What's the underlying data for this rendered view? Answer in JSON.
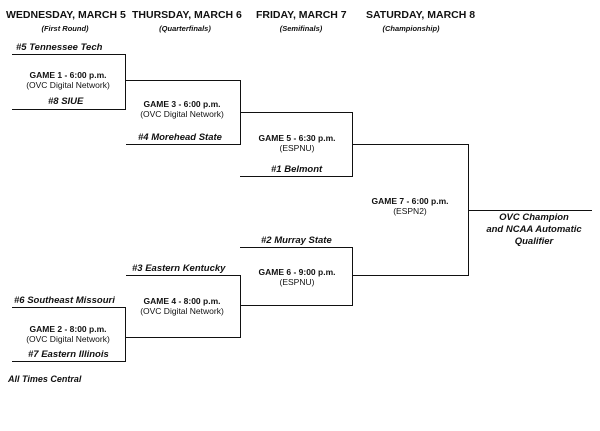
{
  "days": [
    {
      "day": "WEDNESDAY, MARCH 5",
      "round": "(First Round)"
    },
    {
      "day": "THURSDAY, MARCH 6",
      "round": "(Quarterfinals)"
    },
    {
      "day": "FRIDAY, MARCH 7",
      "round": "(Semifinals)"
    },
    {
      "day": "SATURDAY, MARCH 8",
      "round": "(Championship)"
    }
  ],
  "teams": {
    "t5": "#5 Tennessee Tech",
    "t8": "#8 SIUE",
    "t4": "#4 Morehead State",
    "t1": "#1 Belmont",
    "t2": "#2 Murray State",
    "t3": "#3 Eastern Kentucky",
    "t6": "#6 Southeast Missouri",
    "t7": "#7 Eastern Illinois"
  },
  "games": {
    "g1": {
      "title": "GAME  1 - 6:00 p.m.",
      "network": "(OVC Digital Network)"
    },
    "g2": {
      "title": "GAME  2 - 8:00 p.m.",
      "network": "(OVC Digital Network)"
    },
    "g3": {
      "title": "GAME  3 - 6:00 p.m.",
      "network": "(OVC Digital Network)"
    },
    "g4": {
      "title": "GAME  4 - 8:00 p.m.",
      "network": "(OVC Digital Network)"
    },
    "g5": {
      "title": "GAME  5 - 6:30 p.m.",
      "network": "(ESPNU)"
    },
    "g6": {
      "title": "GAME  6 - 9:00 p.m.",
      "network": "(ESPNU)"
    },
    "g7": {
      "title": "GAME  7 - 6:00 p.m.",
      "network": "(ESPN2)"
    }
  },
  "champion": {
    "line1": "OVC Champion",
    "line2": "and NCAA Automatic",
    "line3": "Qualifier"
  },
  "footnote": "All Times Central"
}
